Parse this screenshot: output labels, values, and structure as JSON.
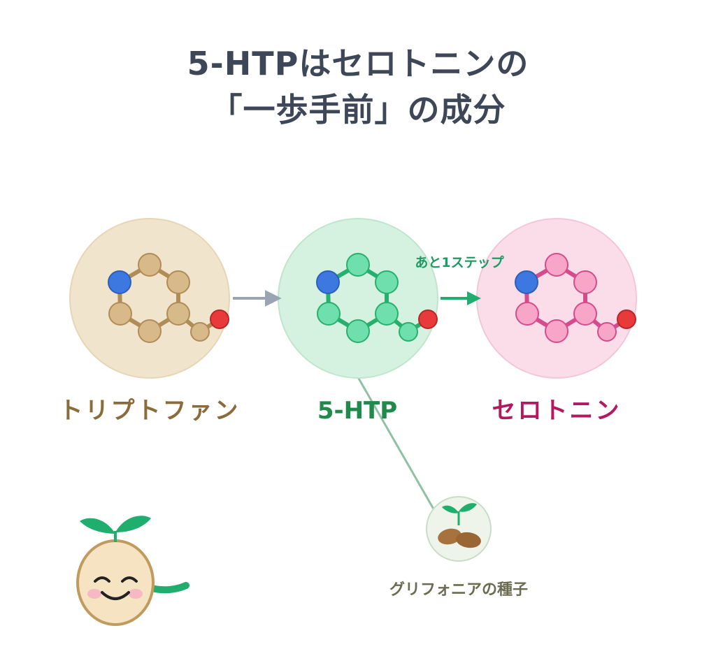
{
  "title": {
    "line1": "5-HTPはセロトニンの",
    "line2": "「一歩手前」の成分"
  },
  "molecules": [
    {
      "label": "トリプトファン",
      "circle_color": "#f1e4cc",
      "circle_stroke": "#e6d6b6",
      "atom_fill": "#d7b98a",
      "atom_stroke": "#b08c57",
      "bond_color": "#b08c57",
      "label_color": "#8a6c3b"
    },
    {
      "label": "5-HTP",
      "circle_color": "#d5f2e0",
      "circle_stroke": "#bfe6cc",
      "atom_fill": "#6fe0ad",
      "atom_stroke": "#27b06d",
      "bond_color": "#27b06d",
      "label_color": "#1f8a4c"
    },
    {
      "label": "セロトニン",
      "circle_color": "#fbdde9",
      "circle_stroke": "#f5c6d8",
      "atom_fill": "#f7a6c8",
      "atom_stroke": "#d64b8c",
      "bond_color": "#d64b8c",
      "label_color": "#b3195e"
    }
  ],
  "colors": {
    "nitrogen_atom": "#3c78e0",
    "oxygen_atom": "#e83a3a",
    "arrow_gray": "#9aa5b4",
    "arrow_green": "#1fae6d",
    "step_text": "#1e9a63",
    "seed_line": "#8fc1a2",
    "seed_text": "#6b6b52"
  },
  "step_label": "あと1ステップ",
  "seed": {
    "label": "グリフォニアの種子",
    "icon": "sprout-seeds-icon"
  },
  "mascot": {
    "icon": "smiling-seed-mascot-icon"
  }
}
